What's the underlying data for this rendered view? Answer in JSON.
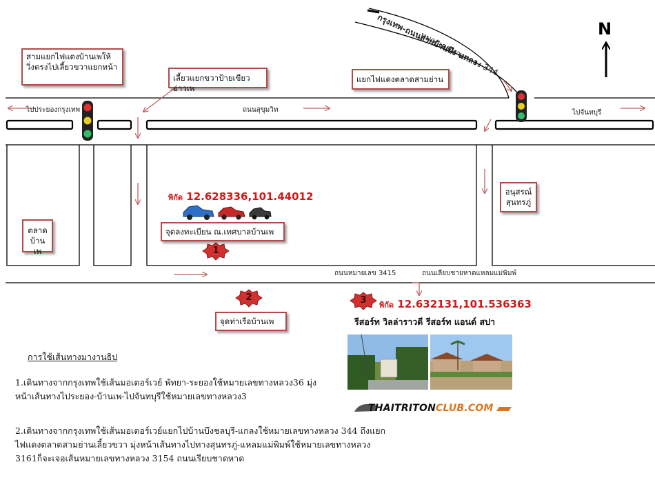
{
  "callouts": {
    "samyaek_banphe": "สามแยกไฟแดงบ้านเพให้วิ่งตรงไปเลี้ยวขวาแยกหน้า",
    "turn_right_sign": "เลี้ยวแยกขวาป้ายเขียวอ่าวเพ",
    "talad_samyan": "แยกไฟแดงตลาดสามย่าน",
    "market_banphe": "ตลาดบ้านเพ",
    "monument": "อนุสรณ์สุนทรภู่",
    "parking_point": "จุดลงทะเบียน ณ.เทศบาลบ้านเพ",
    "pier_point": "จุดท่าเรือบ้านเพ"
  },
  "road_labels": {
    "to_rayong_bangkok": "ไปประยองกรุงเทพ",
    "sukhumvit": "ถนนสุขุมวิท",
    "to_chanthaburi": "ไปจันทบุรี",
    "road_3415": "ถนนหมายเลข 3415",
    "coastal_road": "ถนนเลียบชายหาดแหลมแม่พิมพ์",
    "highway_344": "หมายเลขทางหลวง 344",
    "bangkok_road": "กรุงเทพ-ถนนสายบ้านบึง-แกลง"
  },
  "north_label": "N",
  "points": {
    "p1": {
      "number": "1",
      "coord_prefix": "พิกัด",
      "coord": "12.628336,101.44012"
    },
    "p2": {
      "number": "2"
    },
    "p3": {
      "number": "3",
      "coord_prefix": "พิกัด",
      "coord": "12.632131,101.536363",
      "name": "รีสอร์ท วิลล่าราวดี รีสอร์ท แอนด์ สปา"
    }
  },
  "logo": {
    "part1": "THAITRITON",
    "part2": "CLUB.COM"
  },
  "instructions": {
    "title": "การใช้เส้นทางมางานธิป",
    "step1": "1.เดินทางจากกรุงเทพใช้เส้นมอเตอร์เวย์ พัทยา-ระยองใช้หมายเลขทางหลวง36 มุ่งหน้าเส้นทางไประยอง-บ้านเพ-ไปจันทบุรีใช้หมายเลขทางหลวง3",
    "step2": "2.เดินทางจากกรุงเทพใช้เส้นมอเตอร์เวย์แยกไปบ้านบึงชลบุรี-แกลงใช้หมายเลขทางหลวง 344 ถึงแยกไฟแดงตลาดสามย่านเลี้ยวขวา มุ่งหน้าเส้นทางไปทางสุนทรภู่-แหลมแม่พิมพ์ใช้หมายเลขทางหลวง 3161ก็จะเจอเส้นหมายเลขทางหลวง 3154 ถนนเรียบชาดหาด"
  },
  "colors": {
    "road": "#000000",
    "arrow": "#c06060",
    "box_border": "#b34a4a",
    "coord": "#d01818",
    "badge": "#d03030"
  },
  "icons": [
    "traffic-light-icon",
    "pickup-truck-icon",
    "north-arrow-icon",
    "numbered-badge-icon"
  ]
}
